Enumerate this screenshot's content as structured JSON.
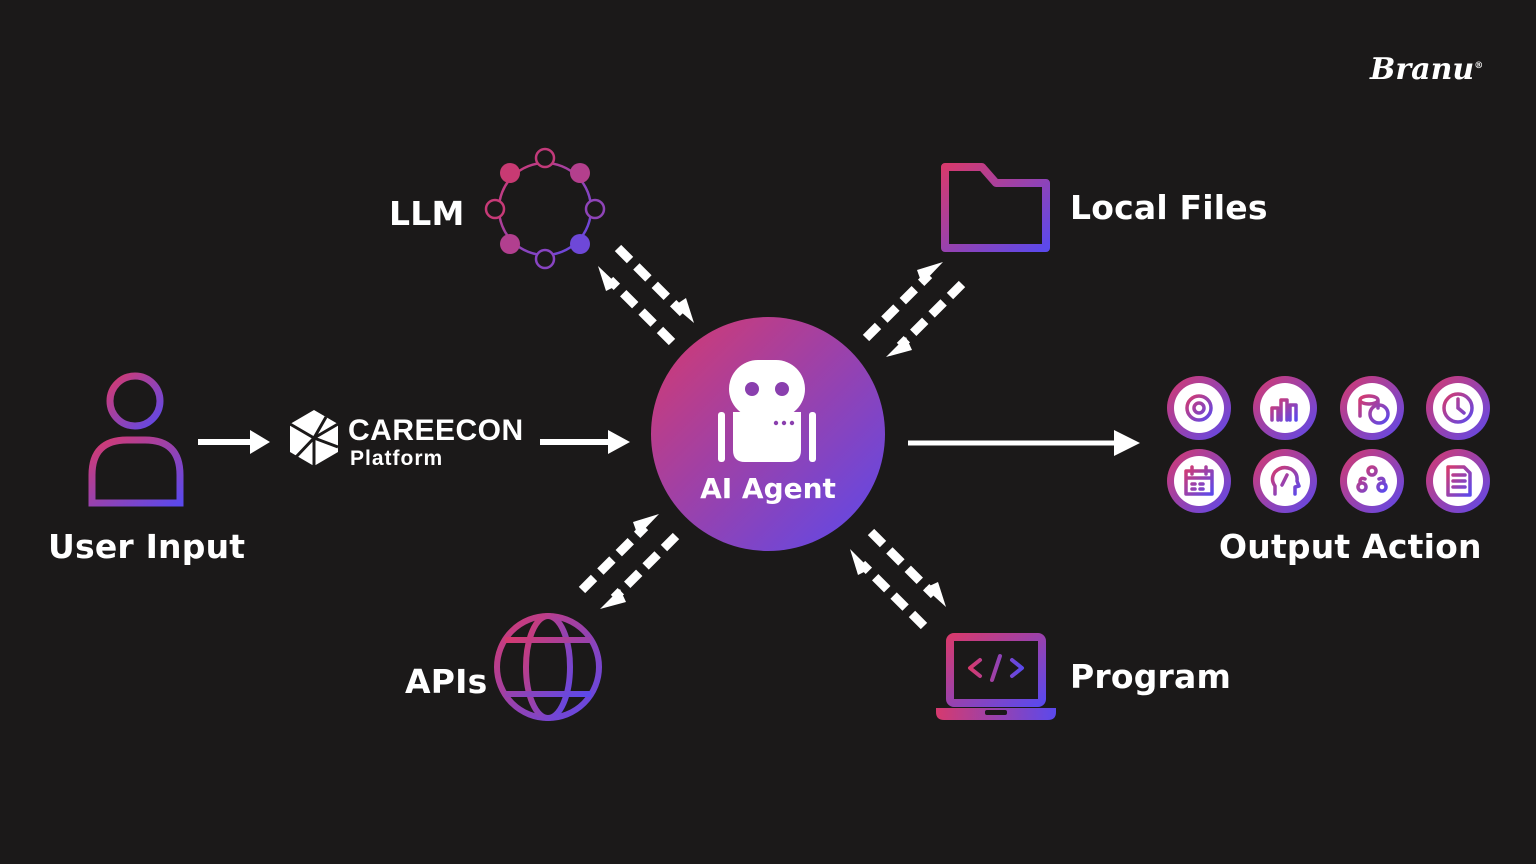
{
  "brand": {
    "name": "Branu"
  },
  "colors": {
    "background": "#1b1919",
    "gradient_start": "#d63a6e",
    "gradient_end": "#5b49ec",
    "foreground": "#ffffff"
  },
  "nodes": {
    "user_input": {
      "label": "User Input",
      "icon": "person-icon"
    },
    "platform": {
      "name": "CAREECON",
      "subtitle": "Platform",
      "icon": "careecon-logo-icon"
    },
    "agent": {
      "label": "AI Agent",
      "icon": "robot-icon"
    },
    "llm": {
      "label": "LLM",
      "icon": "network-ring-icon"
    },
    "local_files": {
      "label": "Local Files",
      "icon": "folder-icon"
    },
    "apis": {
      "label": "APIs",
      "icon": "globe-icon"
    },
    "program": {
      "label": "Program",
      "icon": "laptop-code-icon"
    },
    "output": {
      "label": "Output Action",
      "icons": [
        "gear-icon",
        "bar-chart-search-icon",
        "coins-yen-icon",
        "timer-icon",
        "calendar-icon",
        "head-idea-icon",
        "team-cycle-icon",
        "document-icon"
      ]
    }
  }
}
